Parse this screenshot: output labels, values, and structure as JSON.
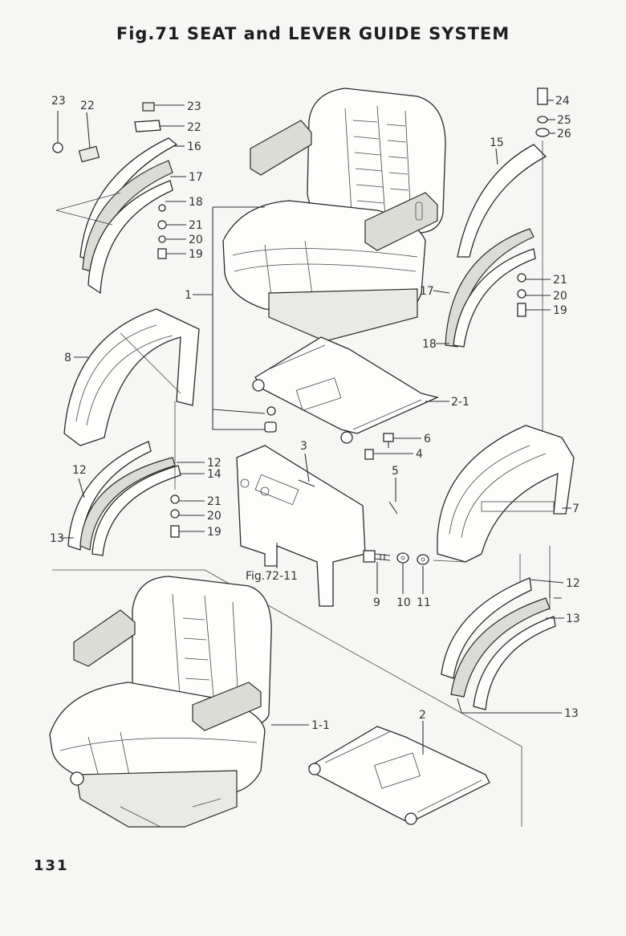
{
  "title": "Fig.71   SEAT and LEVER GUIDE SYSTEM",
  "page_number": "131",
  "cross_reference": "Fig.72-11",
  "callouts": {
    "c23a": "23",
    "c22a": "22",
    "c23b": "23",
    "c22b": "22",
    "c16": "16",
    "c17a": "17",
    "c18a": "18",
    "c21a": "21",
    "c20a": "20",
    "c19a": "19",
    "c24": "24",
    "c25": "25",
    "c26": "26",
    "c15": "15",
    "c21b": "21",
    "c20b": "20",
    "c19b": "19",
    "c17b": "17",
    "c18b": "18",
    "c1": "1",
    "c8": "8",
    "c2_1": "2-1",
    "c6": "6",
    "c4": "4",
    "c3": "3",
    "c5": "5",
    "c12a": "12",
    "c14": "14",
    "c12b": "12",
    "c13a": "13",
    "c21c": "21",
    "c20c": "20",
    "c19c": "19",
    "c7": "7",
    "c9": "9",
    "c10": "10",
    "c11": "11",
    "c12c": "12",
    "c13b": "13",
    "c13c": "13",
    "c1_1": "1-1",
    "c2": "2"
  }
}
